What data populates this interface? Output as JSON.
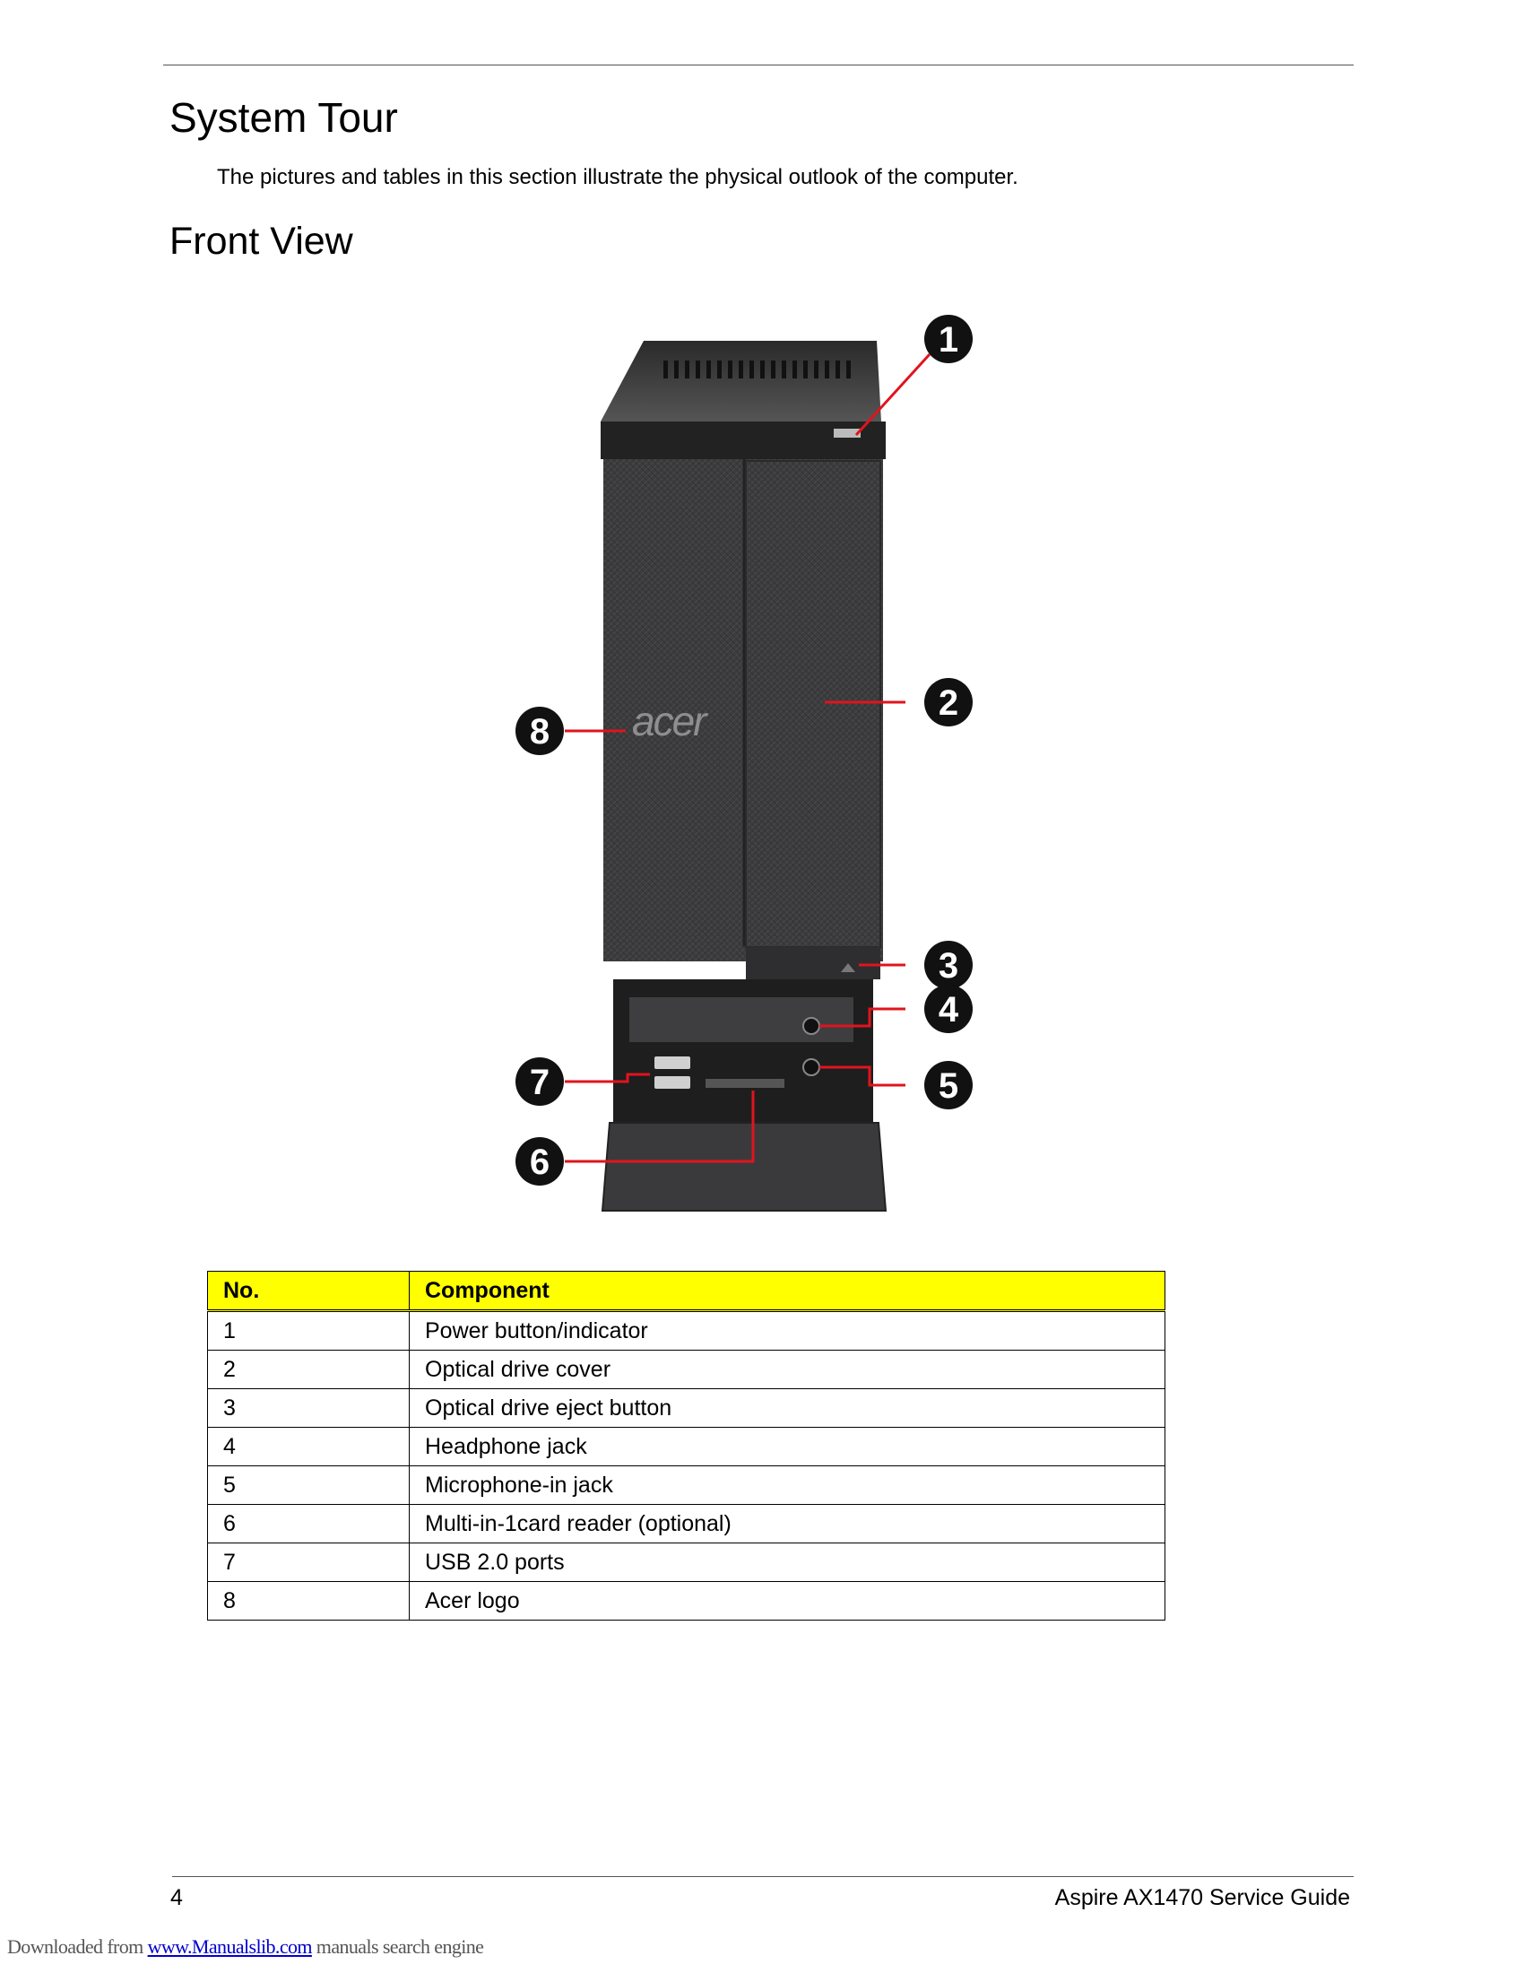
{
  "heading": "System Tour",
  "intro": "The pictures and tables in this section illustrate the physical outlook of the computer.",
  "subheading": "Front View",
  "figure": {
    "brand_text": "acer",
    "callouts": [
      "1",
      "2",
      "3",
      "4",
      "5",
      "6",
      "7",
      "8"
    ],
    "colors": {
      "chassis": "#3a3a3c",
      "leader": "#e0141e",
      "badge": "#111111"
    }
  },
  "table": {
    "header": {
      "no": "No.",
      "component": "Component"
    },
    "header_color": "#ffff00",
    "rows": [
      {
        "no": "1",
        "component": "Power button/indicator"
      },
      {
        "no": "2",
        "component": "Optical drive cover"
      },
      {
        "no": "3",
        "component": "Optical drive eject button"
      },
      {
        "no": "4",
        "component": "Headphone jack"
      },
      {
        "no": "5",
        "component": "Microphone-in jack"
      },
      {
        "no": "6",
        "component": "Multi-in-1card reader (optional)"
      },
      {
        "no": "7",
        "component": "USB 2.0 ports"
      },
      {
        "no": "8",
        "component": "Acer logo"
      }
    ]
  },
  "footer": {
    "page_number": "4",
    "title": "Aspire AX1470 Service Guide",
    "download_prefix": "Downloaded from",
    "download_link": "www.Manualslib.com",
    "download_suffix": " manuals search engine"
  }
}
